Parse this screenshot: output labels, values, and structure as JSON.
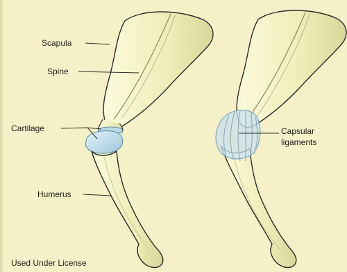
{
  "labels": {
    "scapula": "Scapula",
    "spine": "Spine",
    "cartilage": "Cartilage",
    "humerus": "Humerus",
    "capsular_line1": "Capsular",
    "capsular_line2": "ligaments"
  },
  "footer": {
    "license": "Used Under License"
  },
  "colors": {
    "bone_fill": "#f0efc0",
    "bone_stroke": "#2b2b2b",
    "cartilage": "#b9dbe8",
    "ligament": "#9fc3dc",
    "background": "#f6f0c8"
  }
}
